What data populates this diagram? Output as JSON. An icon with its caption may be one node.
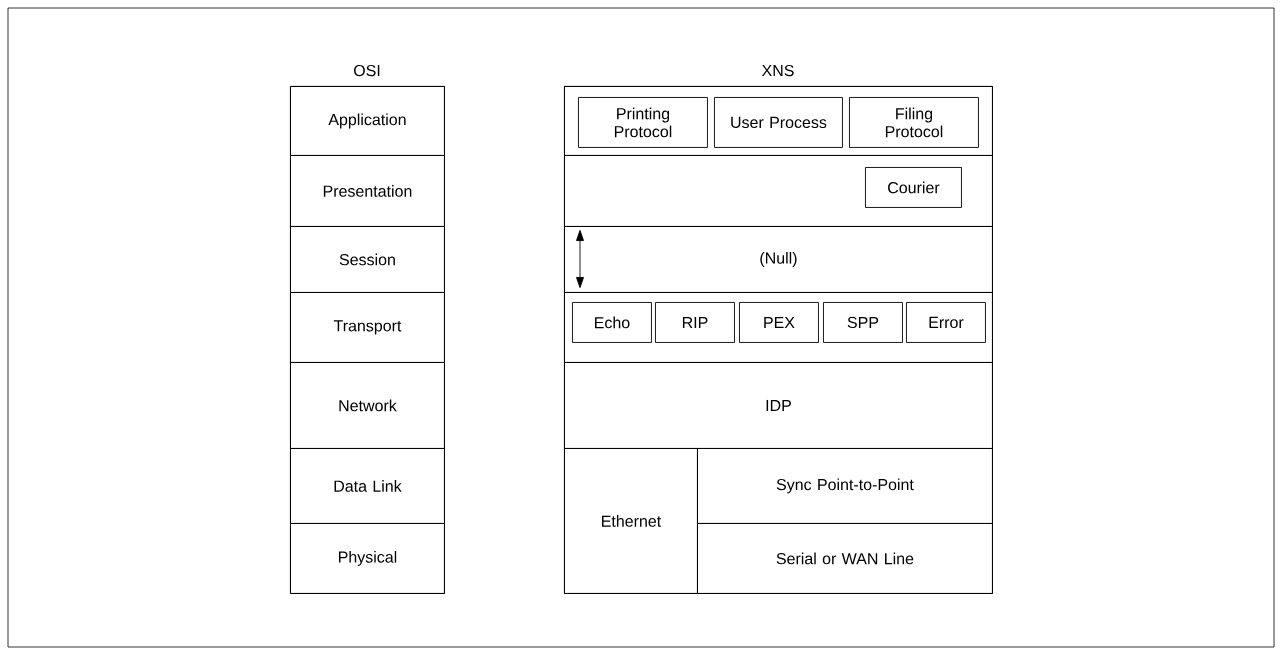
{
  "diagram": {
    "nodes": [
      {
        "text": [
          "OSI"
        ]
      },
      {
        "text": [
          "Application"
        ],
        "in": 0
      },
      {
        "text": [
          "Presentation"
        ],
        "in": 0
      },
      {
        "text": [
          "Session"
        ],
        "in": 0
      },
      {
        "text": [
          "Transport"
        ],
        "in": 0
      },
      {
        "text": [
          "Network"
        ],
        "in": 0
      },
      {
        "text": [
          "Data Link"
        ],
        "in": 0
      },
      {
        "text": [
          "Physical"
        ],
        "in": 0
      },
      {
        "text": [
          "XNS"
        ]
      },
      {
        "text": [],
        "shape": "box",
        "in": 8
      },
      {
        "text": [
          "Printing Protocol"
        ],
        "in": 9
      },
      {
        "text": [
          "User Process"
        ],
        "in": 9
      },
      {
        "text": [
          "Filing Protocol"
        ],
        "in": 9
      },
      {
        "text": [],
        "shape": "box",
        "in": 8
      },
      {
        "text": [
          "Courier"
        ],
        "in": 13
      },
      {
        "text": [
          "(Null)"
        ],
        "in": 8
      },
      {
        "text": [],
        "shape": "box",
        "in": 8
      },
      {
        "text": [
          "Echo"
        ],
        "in": 16
      },
      {
        "text": [
          "RIP"
        ],
        "in": 16
      },
      {
        "text": [
          "PEX"
        ],
        "in": 16
      },
      {
        "text": [
          "SPP"
        ],
        "in": 16
      },
      {
        "text": [
          "Error"
        ],
        "in": 16
      },
      {
        "text": [
          "IDP"
        ],
        "in": 8
      },
      {
        "text": [
          "Ethernet"
        ],
        "in": 8
      },
      {
        "text": [
          "Sync Point-to-Point"
        ],
        "in": 8
      },
      {
        "text": [
          "Serial or WAN Line"
        ],
        "in": 8
      }
    ]
  }
}
